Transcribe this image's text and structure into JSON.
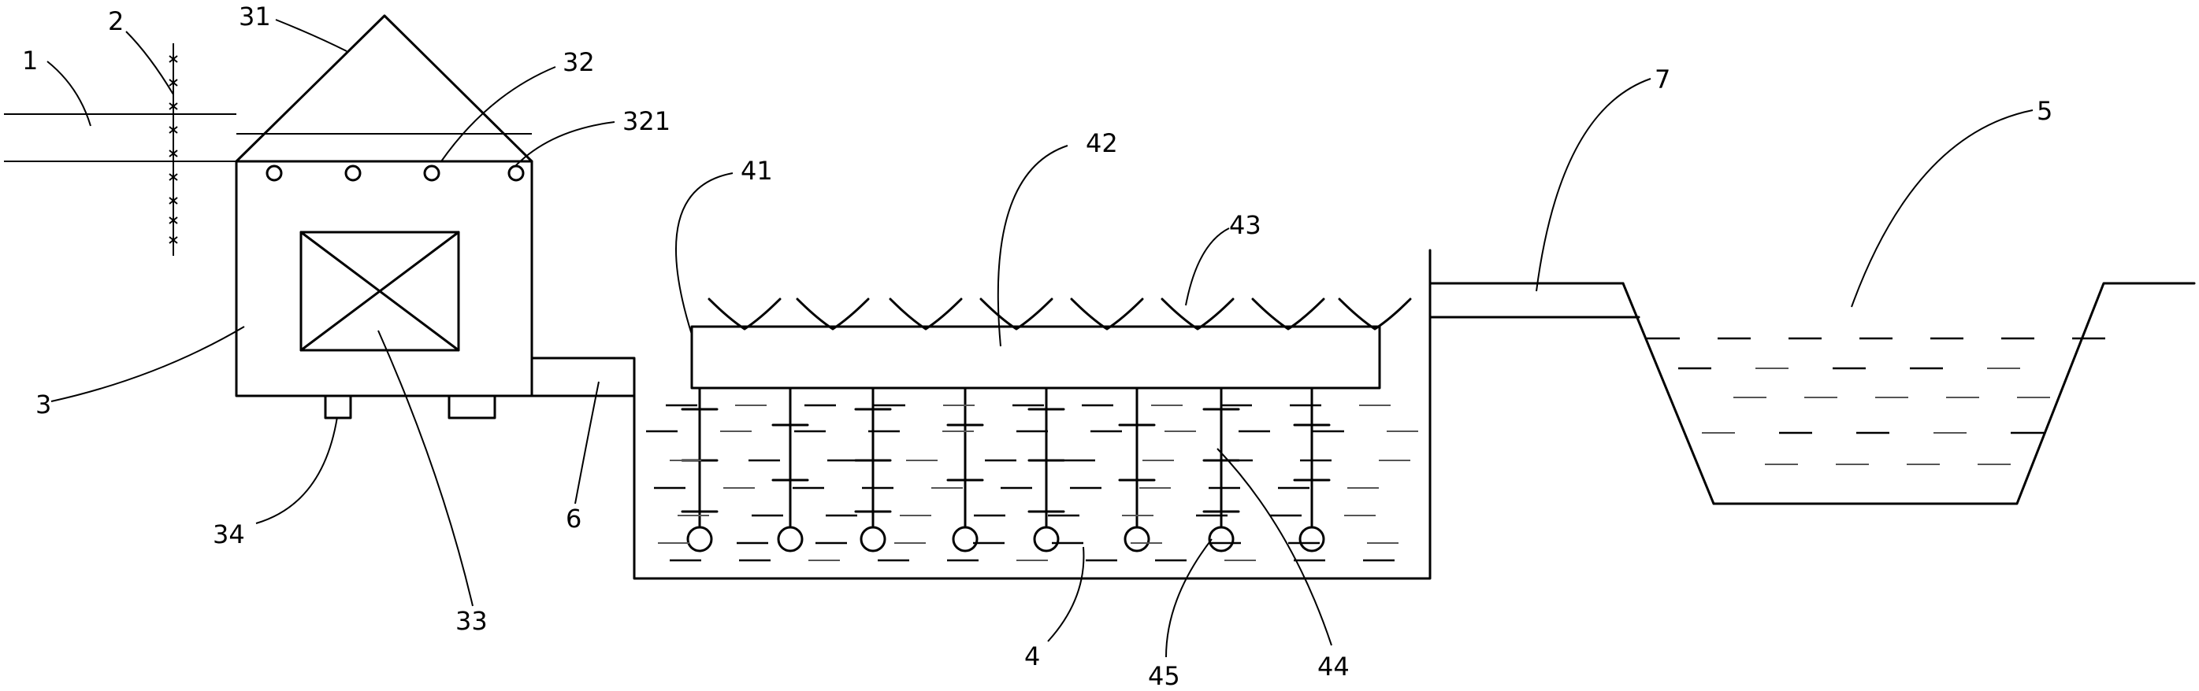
{
  "labels": {
    "l1": "1",
    "l2": "2",
    "l3": "3",
    "l31": "31",
    "l32": "32",
    "l321": "321",
    "l33": "33",
    "l34": "34",
    "l4": "4",
    "l41": "41",
    "l42": "42",
    "l43": "43",
    "l44": "44",
    "l45": "45",
    "l5": "5",
    "l6": "6",
    "l7": "7"
  }
}
